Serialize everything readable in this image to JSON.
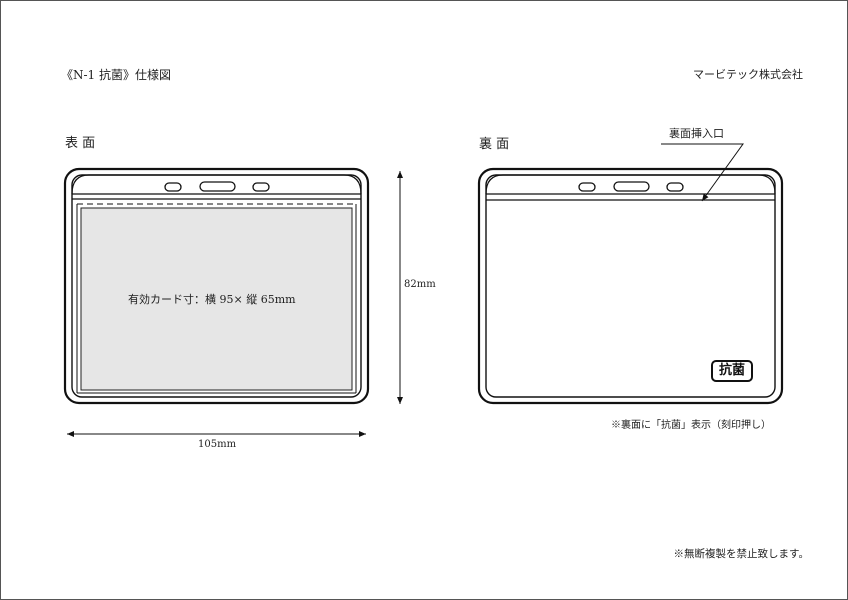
{
  "header": {
    "title": "《N-1 抗菌》仕様図",
    "company": "マービテック株式会社"
  },
  "front": {
    "label": "表 面",
    "card_size": "有効カード寸：横 95× 縦 65mm",
    "height": "82mm",
    "width": "105mm"
  },
  "back": {
    "label": "裏 面",
    "insert_label": "裏面挿入口",
    "stamp": "抗菌",
    "note": "※裏面に「抗菌」表示（刻印押し）"
  },
  "footer": {
    "note": "※無断複製を禁止致します。"
  }
}
